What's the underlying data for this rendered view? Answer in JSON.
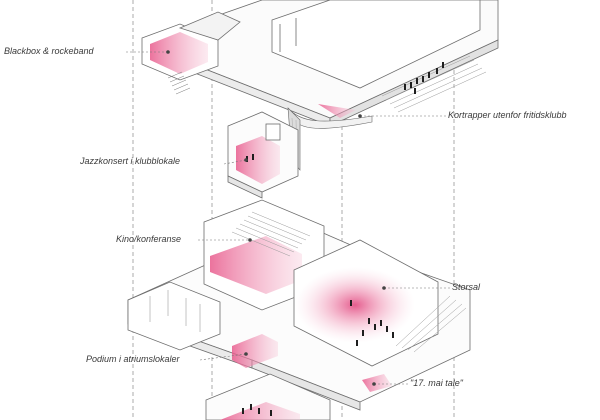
{
  "labels": {
    "blackbox": "Blackbox & rockeband",
    "kortrapper": "Kortrapper utenfor fritidsklubb",
    "jazz": "Jazzkonsert i klubblokale",
    "kino": "Kino/konferanse",
    "storsal": "Storsal",
    "podium": "Podium i atriumslokaler",
    "mai": "\"17. mai tale\""
  },
  "colors": {
    "highlight": "#e0407a",
    "line": "#6d6d6d",
    "guide": "#888888",
    "label": "#3a3a3a"
  }
}
